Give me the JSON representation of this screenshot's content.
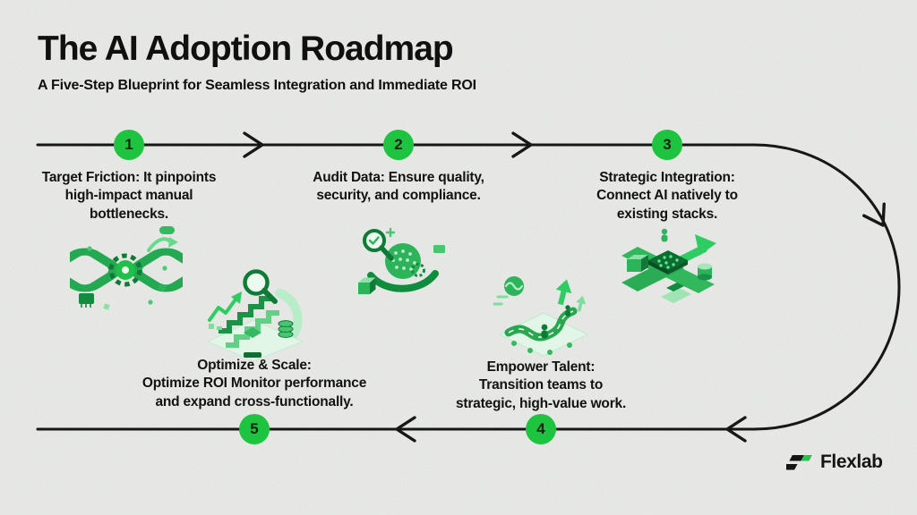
{
  "header": {
    "title": "The AI Adoption Roadmap",
    "subtitle": "A Five-Step Blueprint for Seamless Integration and Immediate ROI"
  },
  "steps": [
    {
      "number": "1",
      "label": "Target Friction: It pinpoints\nhigh-impact manual\nbottlenecks.",
      "illustration": "bottleneck-pipeline-gear-illustration"
    },
    {
      "number": "2",
      "label": "Audit Data: Ensure quality,\nsecurity, and compliance.",
      "illustration": "data-audit-magnifier-illustration"
    },
    {
      "number": "3",
      "label": "Strategic Integration:\nConnect AI natively to\nexisting stacks.",
      "illustration": "integration-crossroads-chip-illustration"
    },
    {
      "number": "4",
      "label": "Empower Talent:\nTransition teams to\nstrategic, high-value work.",
      "illustration": "talent-growth-path-illustration"
    },
    {
      "number": "5",
      "label": "Optimize & Scale:\nOptimize ROI Monitor performance\nand expand cross-functionally.",
      "illustration": "optimize-scale-stairs-illustration"
    }
  ],
  "roadmap": {
    "arrow_icons": [
      "arrow-right-icon",
      "arrow-right-icon",
      "arrow-curve-down-icon",
      "arrow-left-icon",
      "arrow-left-icon"
    ]
  },
  "brand": {
    "name": "Flexlab",
    "logo_icon": "flexlab-bolt-icon"
  },
  "colors": {
    "background": "#f4f5f2",
    "step_circle_green": "#1ec43f",
    "illustration_green": "#27a84f",
    "text": "#121212",
    "line": "#171717"
  }
}
